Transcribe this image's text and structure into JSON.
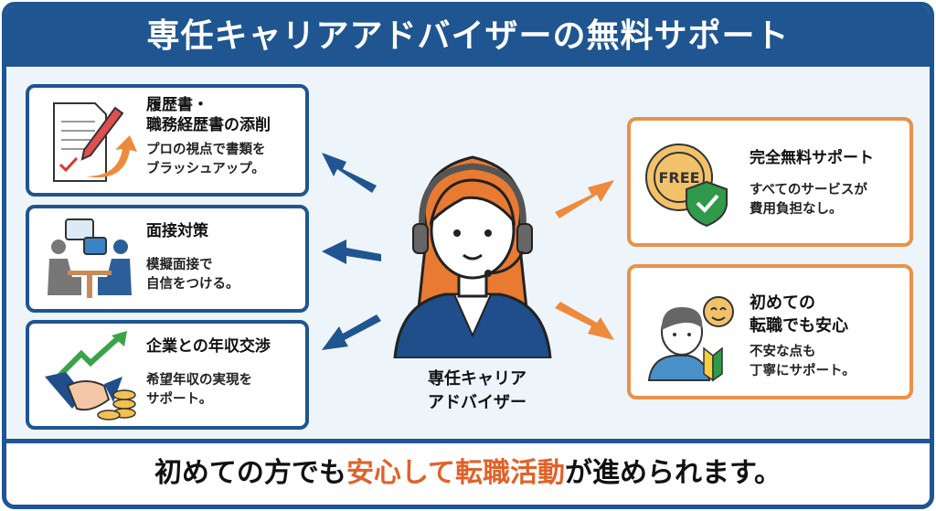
{
  "title": "専任キャリアアドバイザーの無料サポート",
  "left_cards": [
    {
      "title": "履歴書・\n職務経歴書の添削",
      "title_line1": "履歴書・",
      "title_line2": "職務経歴書の添削",
      "desc_line1": "プロの視点で書類を",
      "desc_line2": "ブラッシュアップ。",
      "icon": "document-pen-icon"
    },
    {
      "title_line1": "面接対策",
      "desc_line1": "模擬面接で",
      "desc_line2": "自信をつける。",
      "icon": "interview-icon"
    },
    {
      "title_line1": "企業との年収交渉",
      "desc_line1": "希望年収の実現を",
      "desc_line2": "サポート。",
      "icon": "handshake-growth-icon"
    }
  ],
  "right_cards": [
    {
      "title_line1": "完全無料サポート",
      "desc_line1": "すべてのサービスが",
      "desc_line2": "費用負担なし。",
      "icon": "free-shield-icon",
      "badge": "FREE"
    },
    {
      "title_line1": "初めての",
      "title_line2": "転職でも安心",
      "desc_line1": "不安な点も",
      "desc_line2": "丁寧にサポート。",
      "icon": "beginner-person-icon"
    }
  ],
  "center": {
    "label_line1": "専任キャリア",
    "label_line2": "アドバイザー"
  },
  "footer": {
    "part1": "初めての方でも",
    "highlight": "安心して転職活動",
    "part2": "が進められます。"
  },
  "colors": {
    "primary": "#1f5591",
    "accent": "#e8833a",
    "highlight": "#e0622a",
    "background": "#eef5fa"
  }
}
